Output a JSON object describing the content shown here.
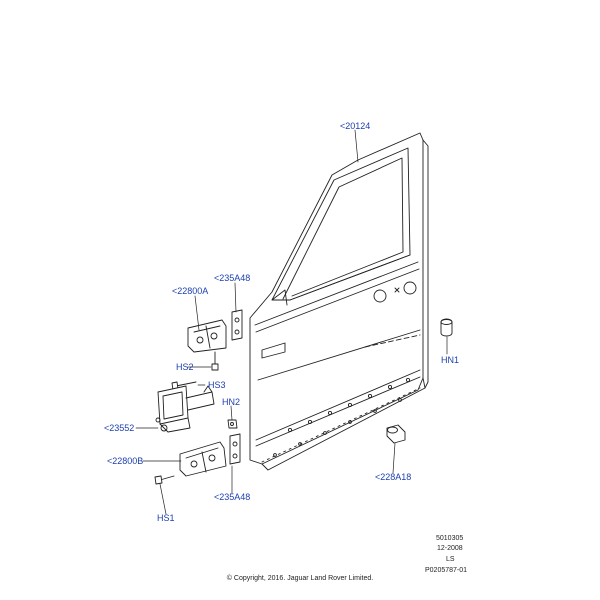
{
  "callouts": {
    "door": "<20124",
    "check_arm_upper_bracket": "<235A48",
    "upper_hinge": "<22800A",
    "bolt_hs2": "HS2",
    "bolt_hs3": "HS3",
    "nut_hn2": "HN2",
    "check_strap": "<23552",
    "lower_hinge": "<22800B",
    "lower_bracket": "<235A48",
    "bolt_hs1": "HS1",
    "nut_hn1": "HN1",
    "buffer": "<228A18"
  },
  "meta": {
    "ref_number": "5010305",
    "date": "12-2008",
    "code": "LS",
    "plate_id": "P0205787-01"
  },
  "copyright": "© Copyright, 2016. Jaguar Land Rover Limited.",
  "colors": {
    "callout": "#1d3fae",
    "line": "#222222"
  }
}
